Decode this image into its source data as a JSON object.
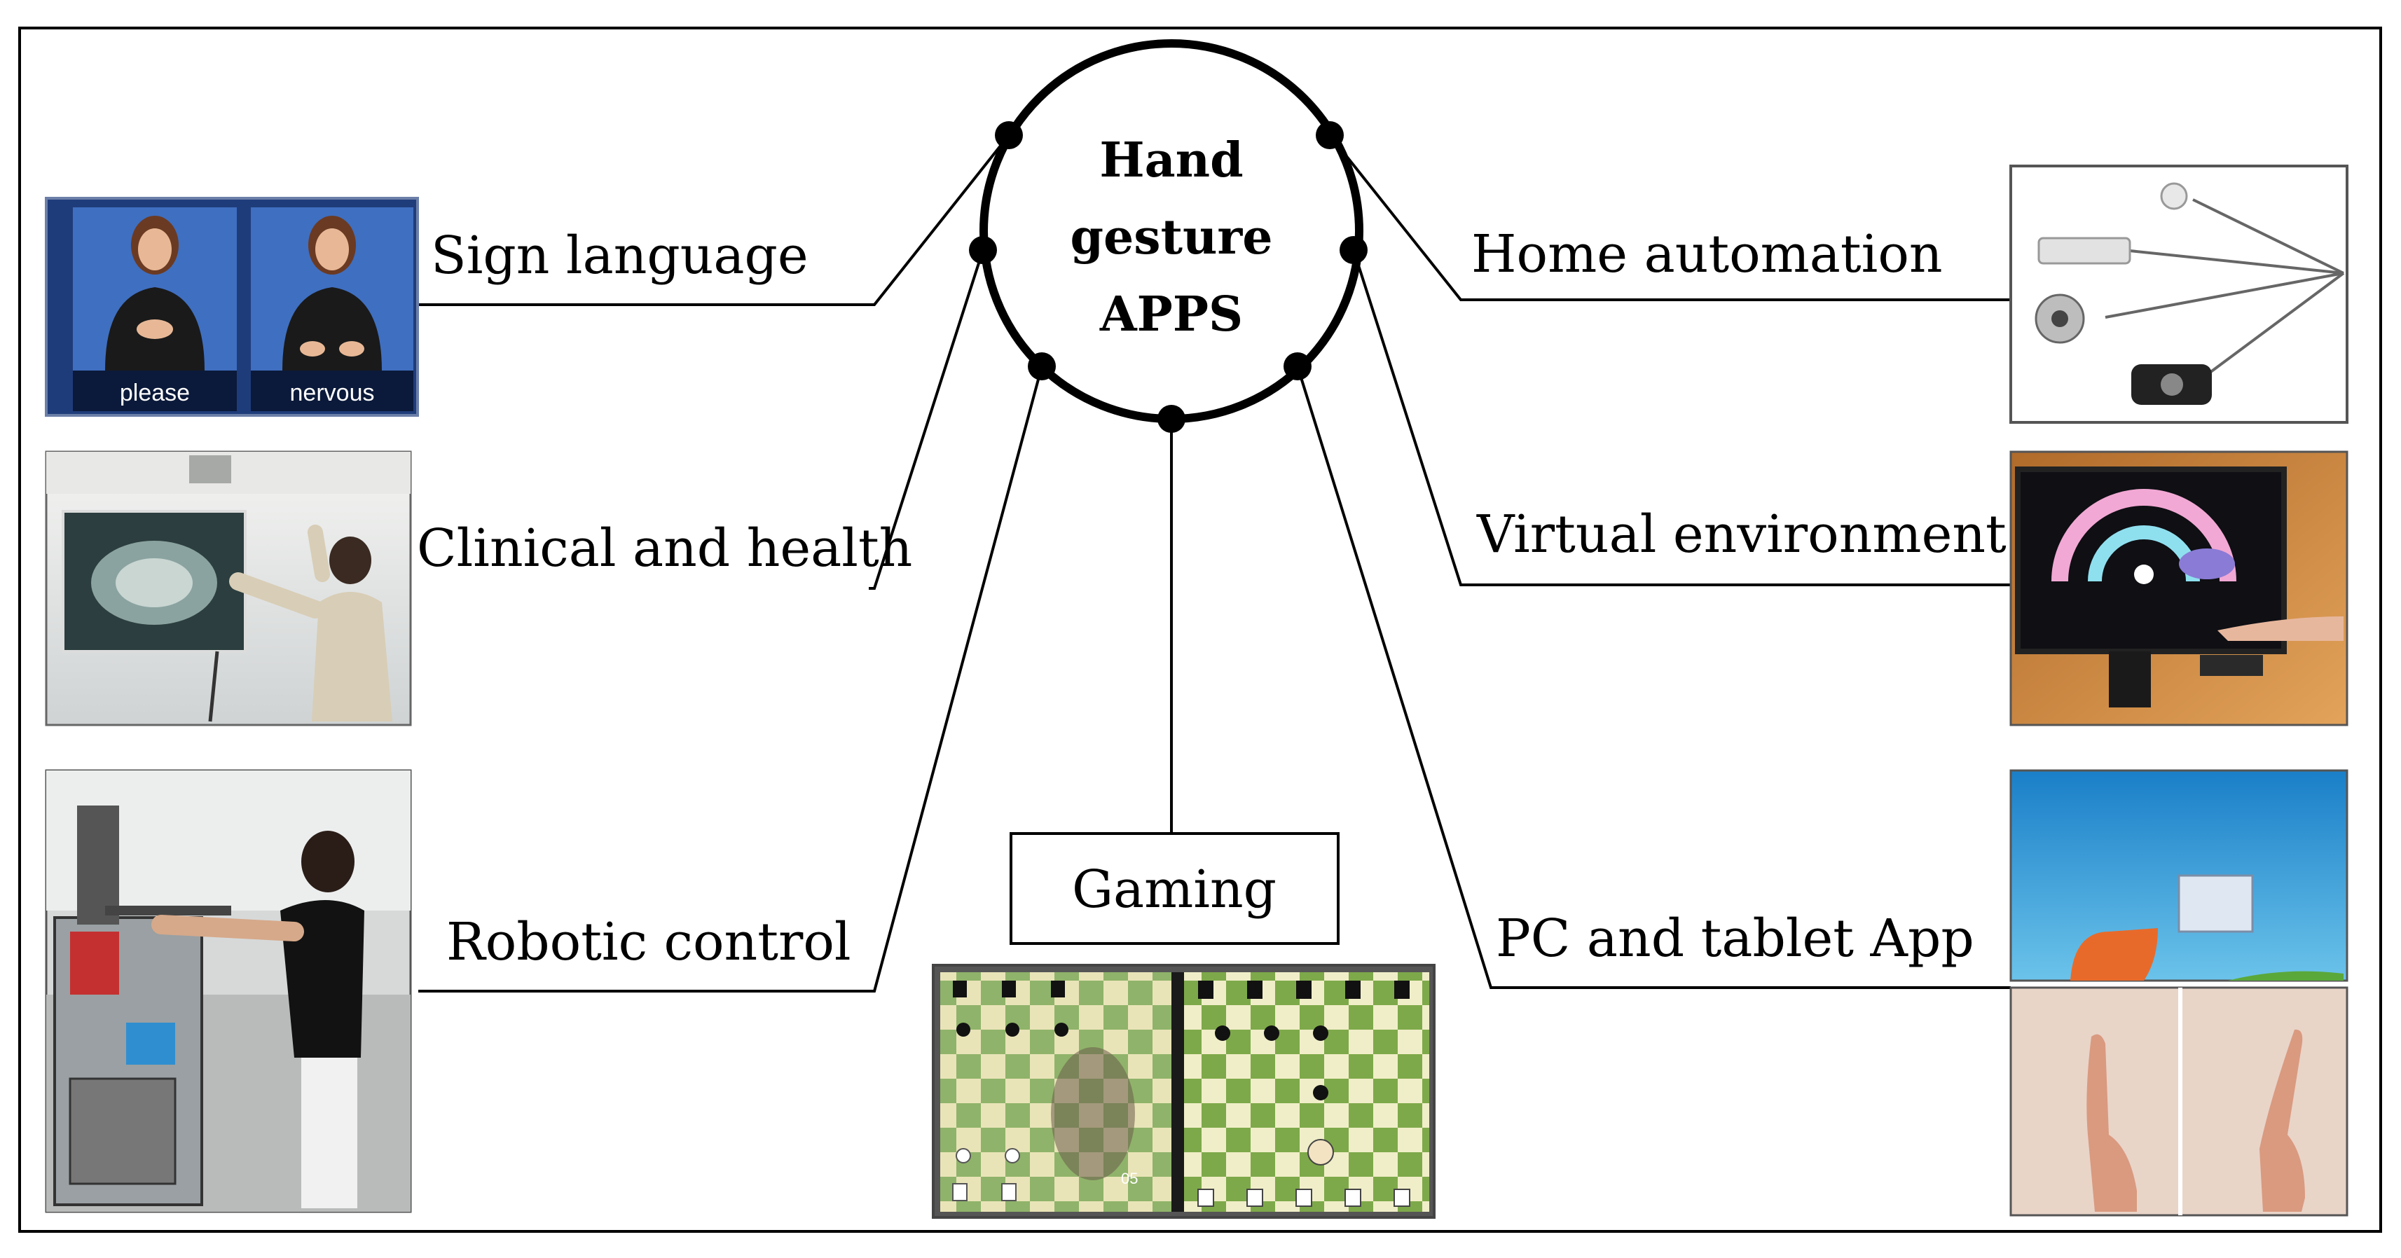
{
  "center": {
    "line1": "Hand",
    "line2": "gesture",
    "line3": "APPS"
  },
  "applications": {
    "sign_language": {
      "label": "Sign language",
      "captions": [
        "please",
        "nervous"
      ]
    },
    "clinical": {
      "label": "Clinical and health"
    },
    "robotic": {
      "label": "Robotic control"
    },
    "gaming": {
      "label": "Gaming"
    },
    "home": {
      "label": "Home automation"
    },
    "virtual": {
      "label": "Virtual environment"
    },
    "pc": {
      "label": "PC and tablet App"
    }
  },
  "colors": {
    "line": "#000000",
    "frame": "#333333"
  }
}
